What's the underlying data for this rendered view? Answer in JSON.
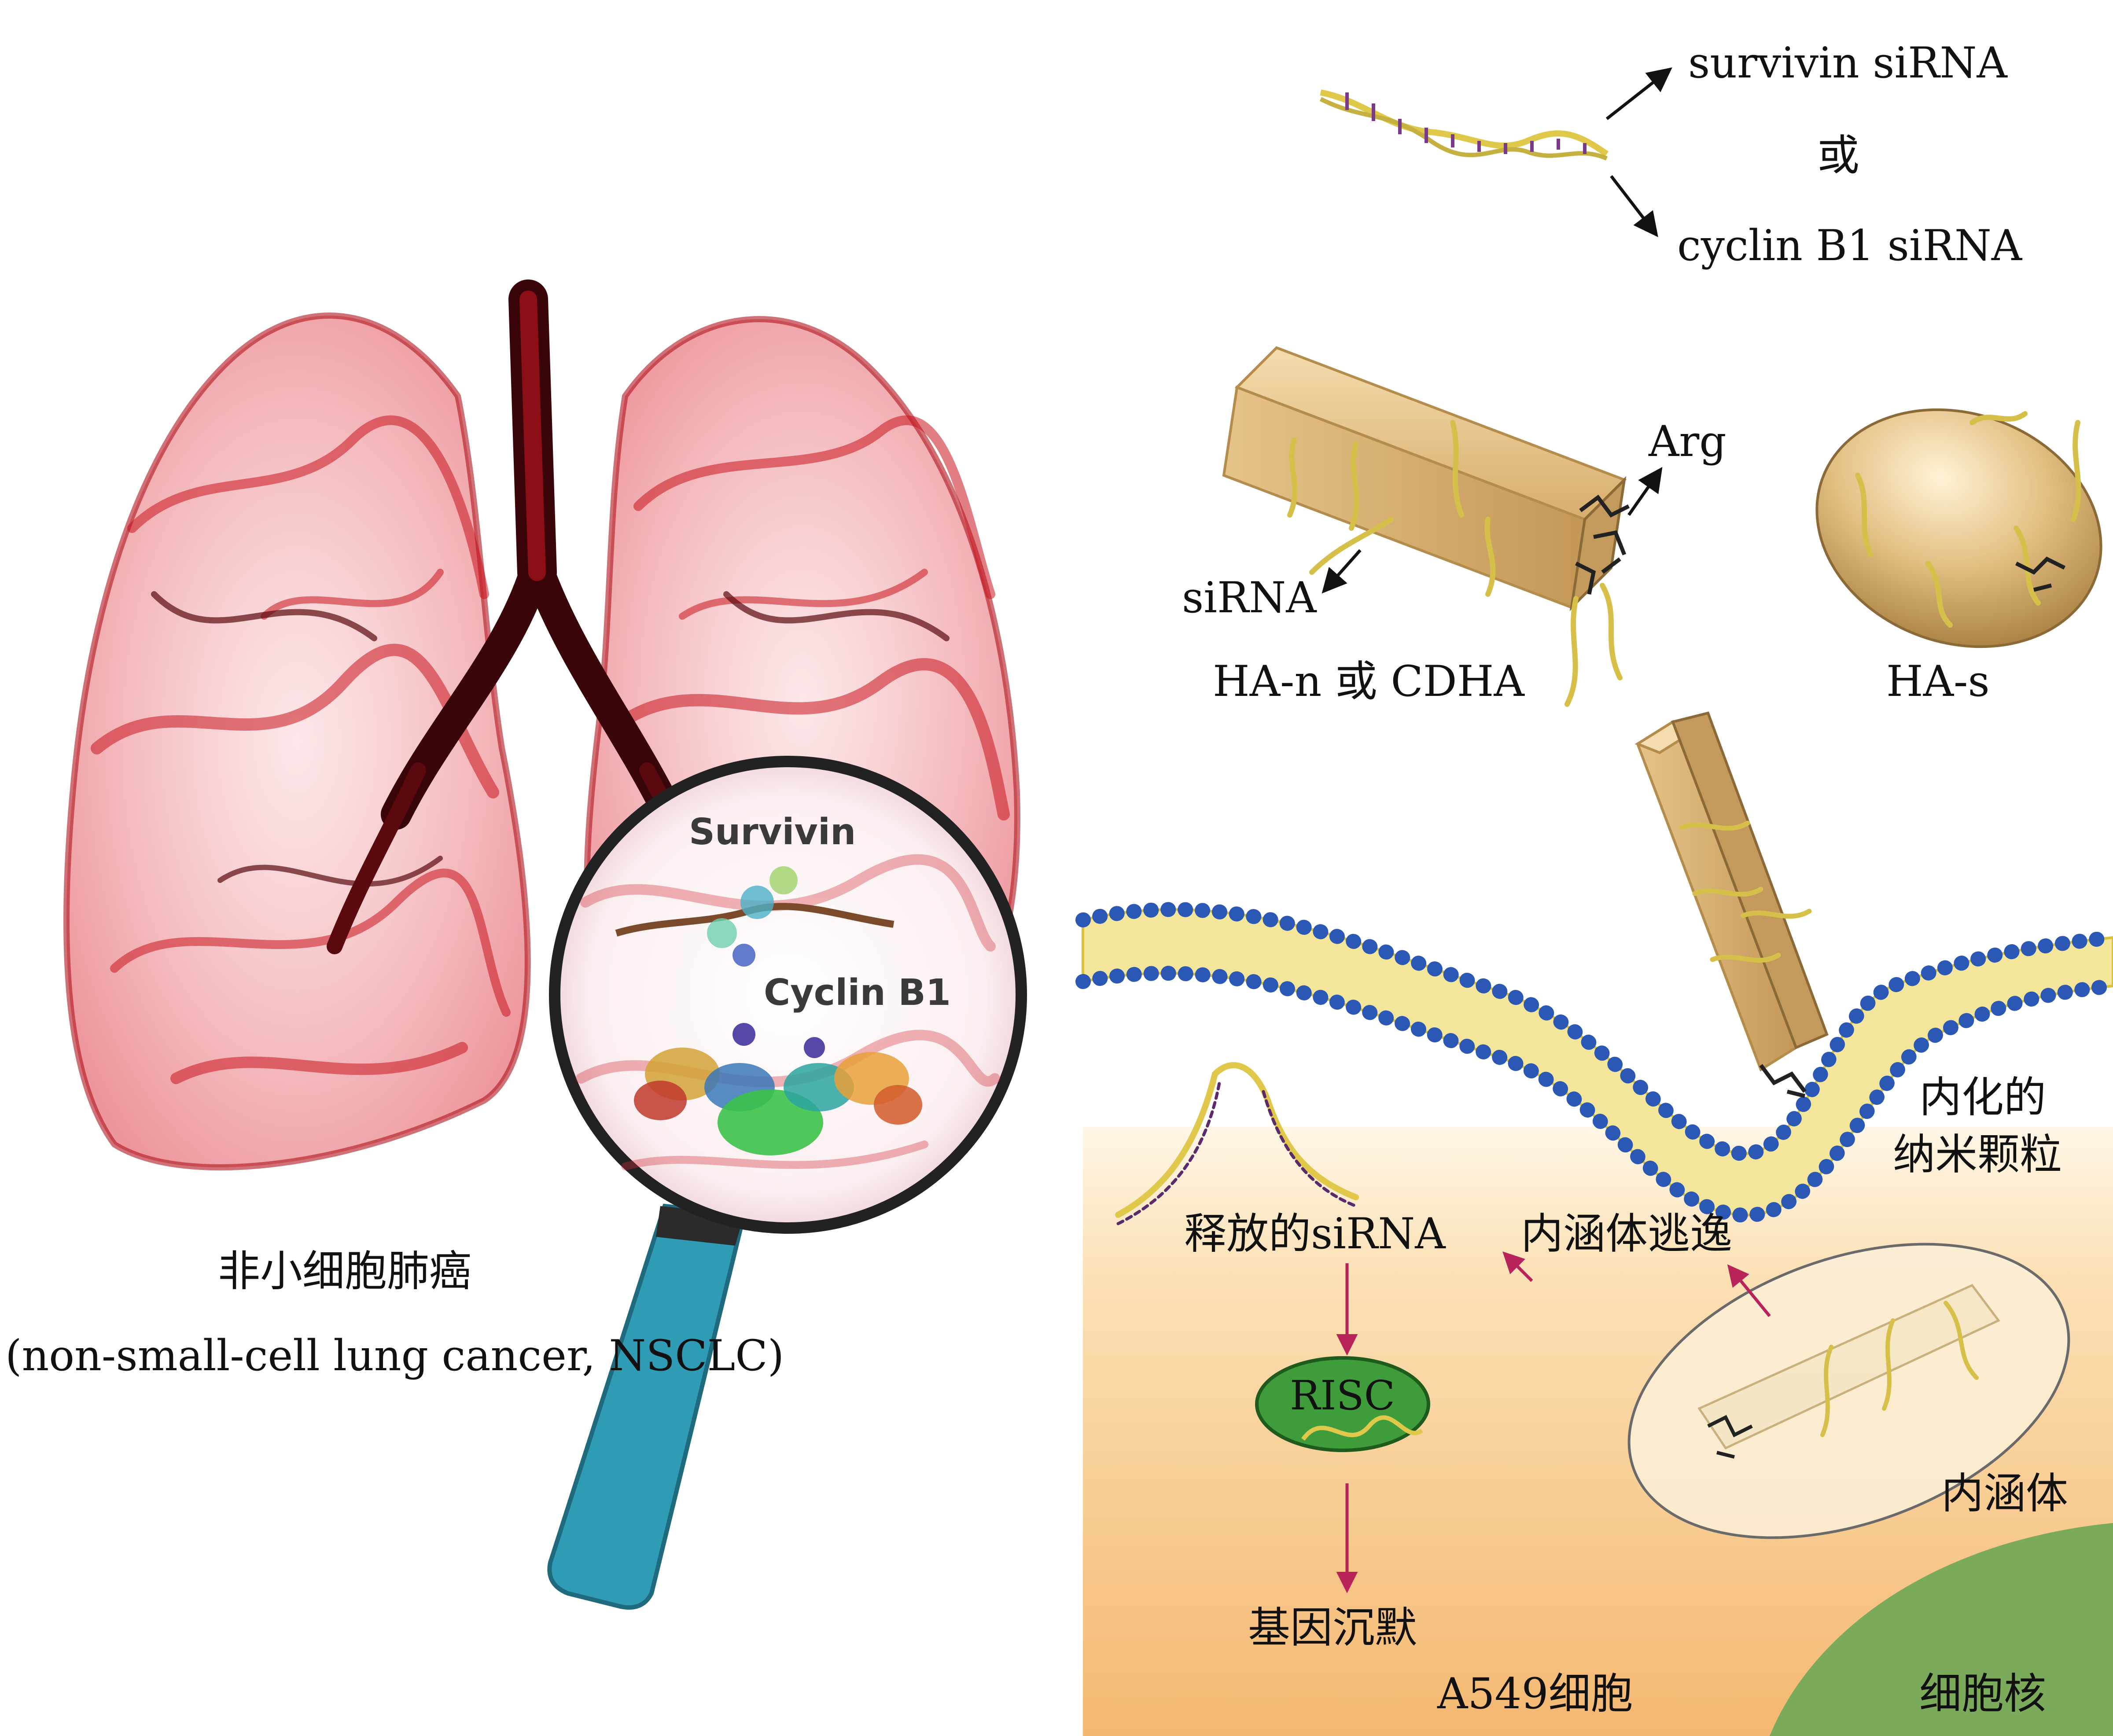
{
  "left": {
    "disease_label_zh": "非小细胞肺癌",
    "disease_label_en": "(non-small-cell lung cancer, NSCLC)",
    "magnifier": {
      "protein_1": "Survivin",
      "protein_2": "Cyclin B1"
    }
  },
  "right": {
    "sirna_targets": {
      "target_1": "survivin siRNA",
      "or": "或",
      "target_2": "cyclin B1 siRNA"
    },
    "nanoparticles": {
      "arg_label": "Arg",
      "sirna_label": "siRNA",
      "rod_label": "HA-n 或 CDHA",
      "sphere_label": "HA-s"
    },
    "cell": {
      "internalized": [
        "内化的",
        "纳米颗粒"
      ],
      "released_sirna": "释放的siRNA",
      "endosomal_escape": "内涵体逃逸",
      "risc": "RISC",
      "gene_silencing": "基因沉默",
      "endosome": "内涵体",
      "cell_name": "A549细胞",
      "nucleus": "细胞核"
    }
  },
  "colors": {
    "lung_red": "#c8141e",
    "magnifier_handle": "#2f9bb4",
    "membrane_head": "#2b58b5",
    "membrane_tail": "#d9c23a",
    "rod": "#e2bd80",
    "cytoplasm": "#f6c68a",
    "nucleus": "#7aaa5a",
    "risc": "#3f9c3a",
    "arrow_magenta": "#b8235a"
  }
}
